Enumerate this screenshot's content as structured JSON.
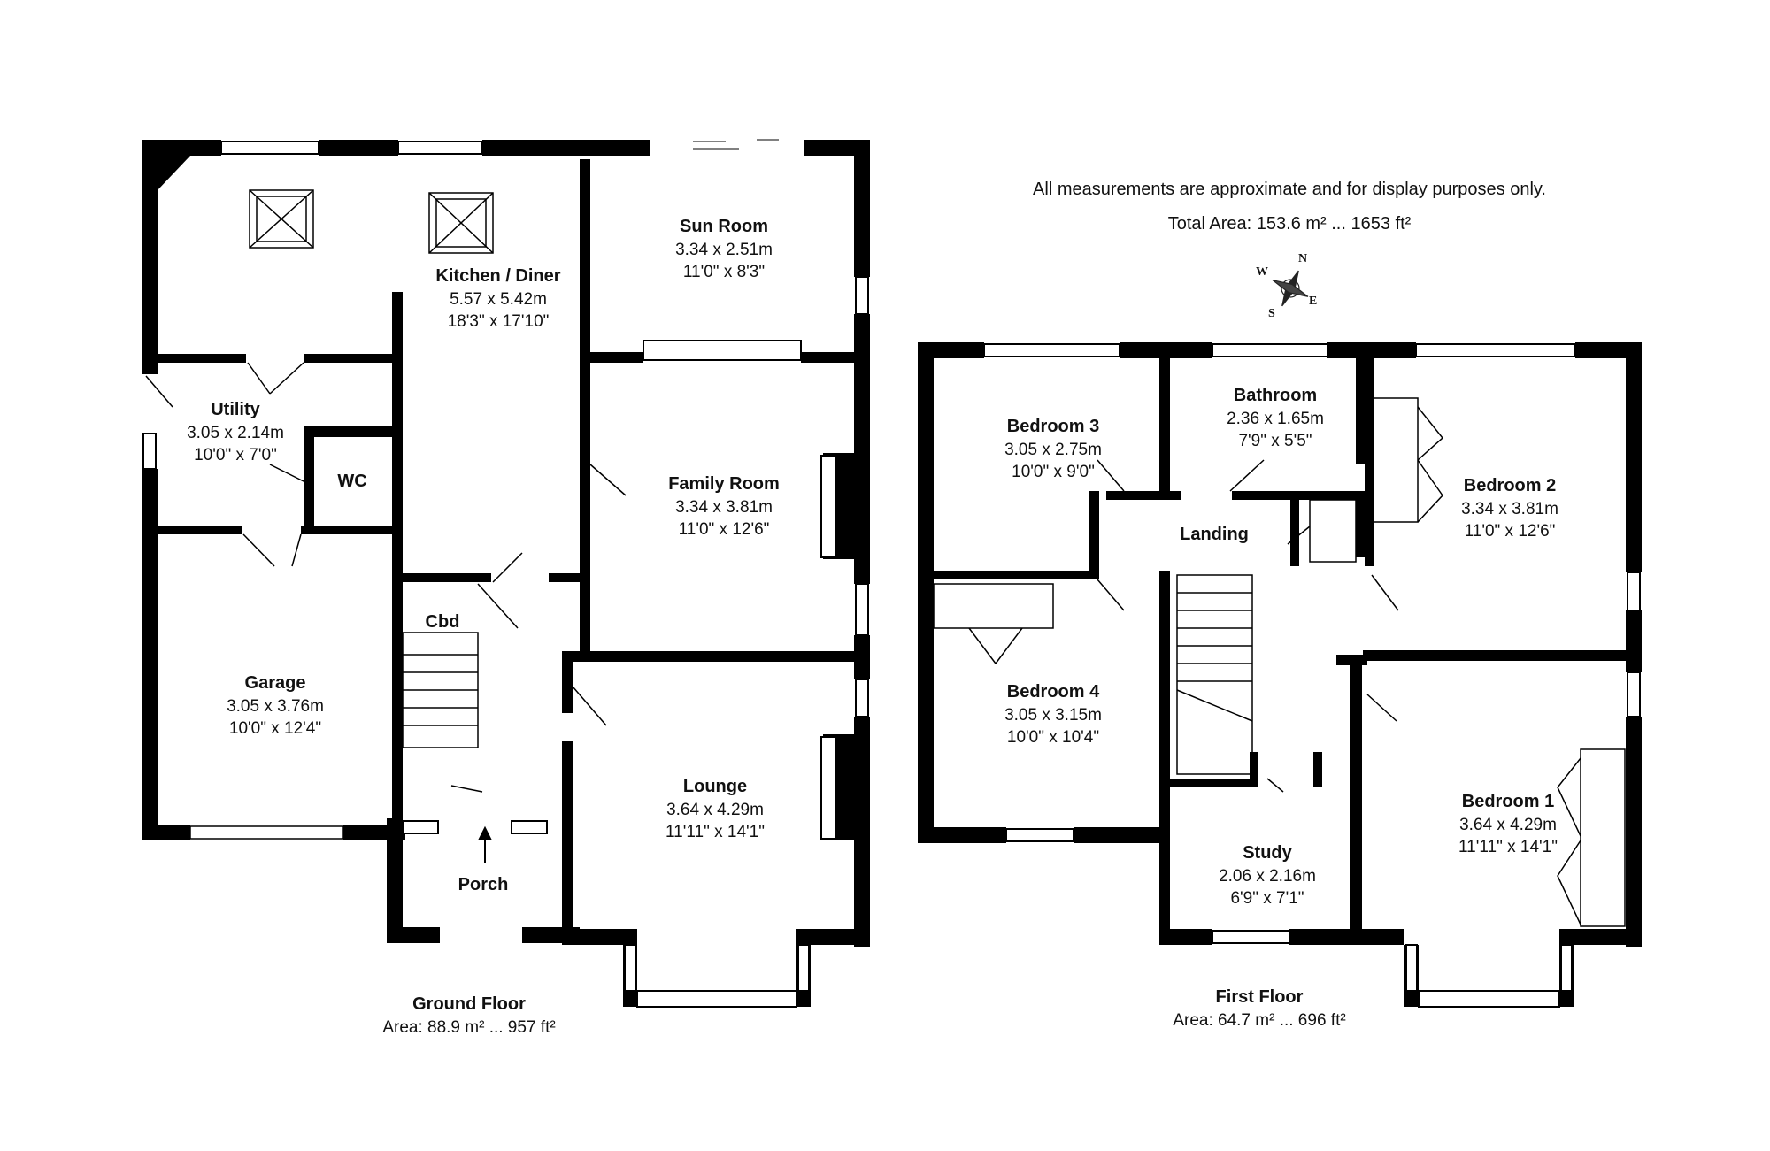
{
  "note": "All measurements are approximate and for display purposes only.",
  "total_area": "Total Area: 153.6 m² ... 1653 ft²",
  "compass": {
    "n": "N",
    "e": "E",
    "s": "S",
    "w": "W"
  },
  "ground_floor": {
    "title": "Ground Floor",
    "area": "Area: 88.9 m² ... 957 ft²",
    "rooms": {
      "kitchen": {
        "name": "Kitchen / Diner",
        "metric": "5.57 x 5.42m",
        "imperial": "18'3\" x 17'10\""
      },
      "sun_room": {
        "name": "Sun Room",
        "metric": "3.34 x 2.51m",
        "imperial": "11'0\" x 8'3\""
      },
      "utility": {
        "name": "Utility",
        "metric": "3.05 x 2.14m",
        "imperial": "10'0\" x 7'0\""
      },
      "wc": {
        "name": "WC"
      },
      "family_room": {
        "name": "Family Room",
        "metric": "3.34 x 3.81m",
        "imperial": "11'0\" x 12'6\""
      },
      "cbd": {
        "name": "Cbd"
      },
      "garage": {
        "name": "Garage",
        "metric": "3.05 x 3.76m",
        "imperial": "10'0\" x 12'4\""
      },
      "lounge": {
        "name": "Lounge",
        "metric": "3.64 x 4.29m",
        "imperial": "11'11\" x 14'1\""
      },
      "porch": {
        "name": "Porch"
      }
    }
  },
  "first_floor": {
    "title": "First Floor",
    "area": "Area: 64.7 m² ... 696 ft²",
    "rooms": {
      "bedroom3": {
        "name": "Bedroom 3",
        "metric": "3.05 x 2.75m",
        "imperial": "10'0\" x 9'0\""
      },
      "bathroom": {
        "name": "Bathroom",
        "metric": "2.36 x 1.65m",
        "imperial": "7'9\" x 5'5\""
      },
      "bedroom2": {
        "name": "Bedroom 2",
        "metric": "3.34 x 3.81m",
        "imperial": "11'0\" x 12'6\""
      },
      "landing": {
        "name": "Landing"
      },
      "bedroom4": {
        "name": "Bedroom 4",
        "metric": "3.05 x 3.15m",
        "imperial": "10'0\" x 10'4\""
      },
      "bedroom1": {
        "name": "Bedroom 1",
        "metric": "3.64 x 4.29m",
        "imperial": "11'11\" x 14'1\""
      },
      "study": {
        "name": "Study",
        "metric": "2.06 x 2.16m",
        "imperial": "6'9\" x 7'1\""
      }
    }
  }
}
